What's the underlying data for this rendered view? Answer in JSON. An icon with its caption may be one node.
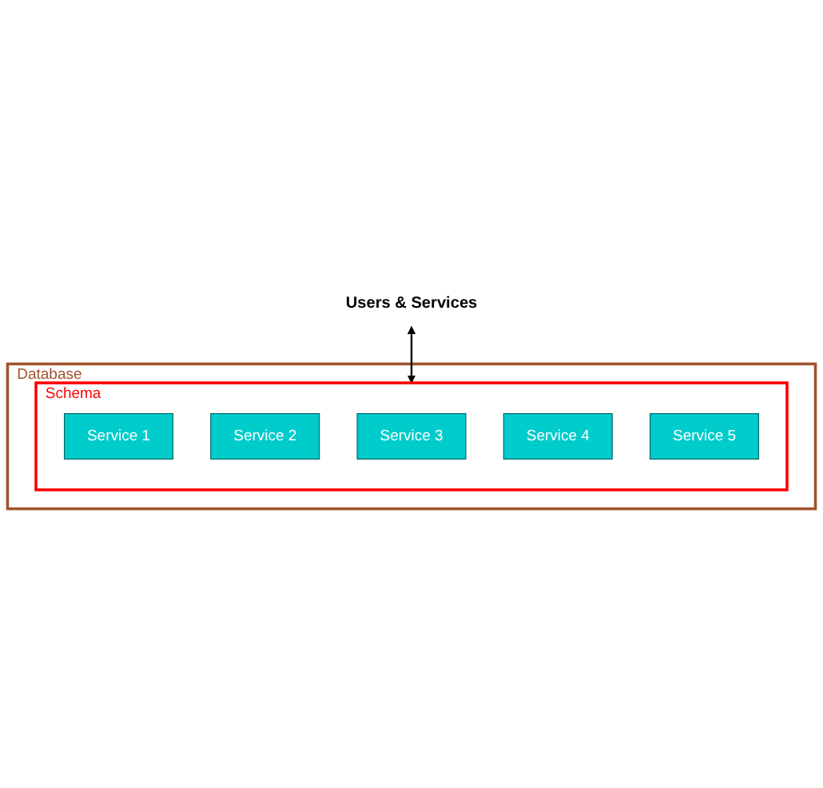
{
  "diagram": {
    "nodes": [
      {
        "text": [
          "Users & Services"
        ]
      },
      {
        "text": [
          "Database"
        ]
      },
      {
        "text": [
          "Schema"
        ],
        "in": 1
      },
      {
        "text": [
          "Service 1"
        ],
        "in": 2
      },
      {
        "text": [
          "Service 2"
        ],
        "in": 2
      },
      {
        "text": [
          "Service 3"
        ],
        "in": 2
      },
      {
        "text": [
          "Service 4"
        ],
        "in": 2
      },
      {
        "text": [
          "Service 5"
        ],
        "in": 2
      }
    ],
    "edges": [
      {
        "from": 0,
        "to": 2,
        "arrow": "both"
      }
    ]
  }
}
